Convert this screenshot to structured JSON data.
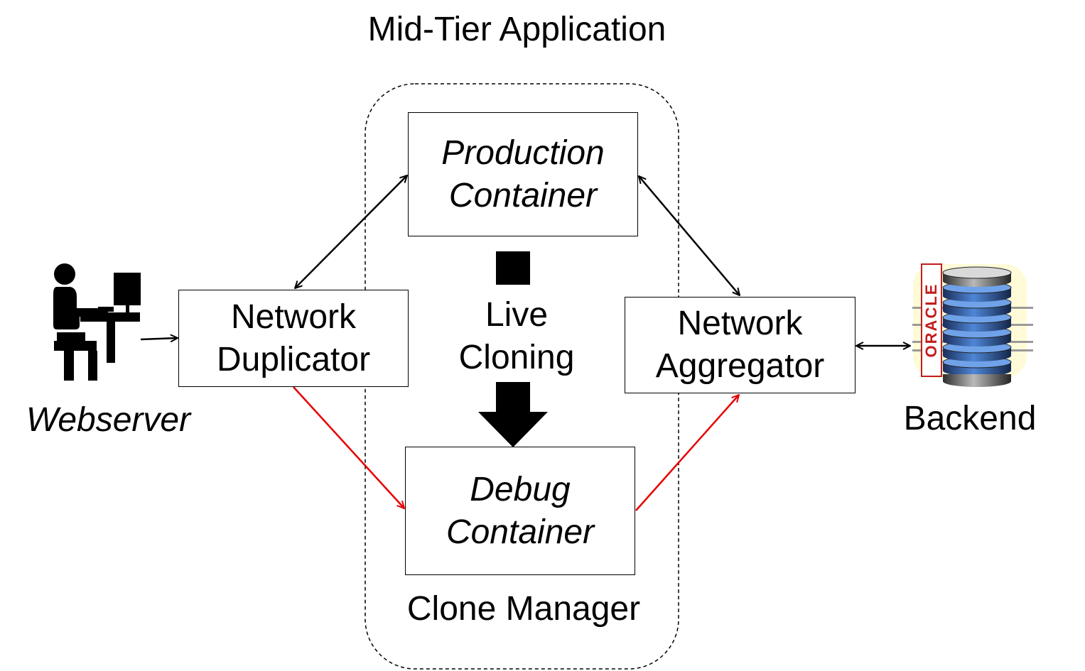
{
  "title": "Mid-Tier Application",
  "nodes": {
    "production": {
      "line1": "Production",
      "line2": "Container"
    },
    "duplicator": {
      "line1": "Network",
      "line2": "Duplicator"
    },
    "aggregator": {
      "line1": "Network",
      "line2": "Aggregator"
    },
    "debug": {
      "line1": "Debug",
      "line2": "Container"
    }
  },
  "live_cloning": {
    "line1": "Live",
    "line2": "Cloning"
  },
  "clone_manager_label": "Clone Manager",
  "webserver_label": "Webserver",
  "backend_label": "Backend",
  "database_logo_text": "ORACLE",
  "colors": {
    "normal_flow": "#000000",
    "debug_flow": "#e60000",
    "border": "#000000"
  }
}
